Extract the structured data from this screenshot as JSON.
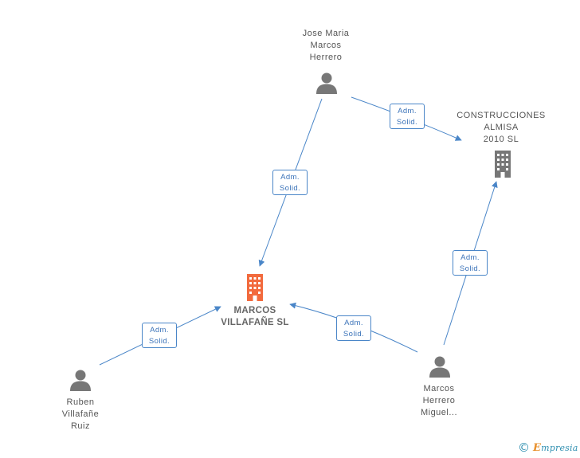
{
  "nodes": {
    "jose": {
      "lines": [
        "Jose Maria",
        "Marcos",
        "Herrero"
      ],
      "type": "person"
    },
    "construcciones": {
      "lines": [
        "CONSTRUCCIONES",
        "ALMISA",
        "2010 SL"
      ],
      "type": "company"
    },
    "marcos_villafane": {
      "lines": [
        "MARCOS",
        "VILLAFAÑE SL"
      ],
      "type": "company-main"
    },
    "ruben": {
      "lines": [
        "Ruben",
        "Villafañe",
        "Ruiz"
      ],
      "type": "person"
    },
    "marcos_herrero": {
      "lines": [
        "Marcos",
        "Herrero",
        "Miguel..."
      ],
      "type": "person"
    }
  },
  "edges": [
    {
      "id": "jose-construcciones",
      "from": "jose",
      "to": "construcciones",
      "label": [
        "Adm.",
        "Solid."
      ]
    },
    {
      "id": "jose-villafane",
      "from": "jose",
      "to": "marcos_villafane",
      "label": [
        "Adm.",
        "Solid."
      ]
    },
    {
      "id": "herrero-construcciones",
      "from": "marcos_herrero",
      "to": "construcciones",
      "label": [
        "Adm.",
        "Solid."
      ]
    },
    {
      "id": "herrero-villafane",
      "from": "marcos_herrero",
      "to": "marcos_villafane",
      "label": [
        "Adm.",
        "Solid."
      ]
    },
    {
      "id": "ruben-villafane",
      "from": "ruben",
      "to": "marcos_villafane",
      "label": [
        "Adm.",
        "Solid."
      ]
    }
  ],
  "colors": {
    "edge": "#4a86c8",
    "person_icon": "#777777",
    "company_icon": "#777777",
    "main_company_icon": "#f26a3d"
  },
  "footer": {
    "copyright": "©",
    "brand_initial": "E",
    "brand_rest": "mpresia"
  }
}
